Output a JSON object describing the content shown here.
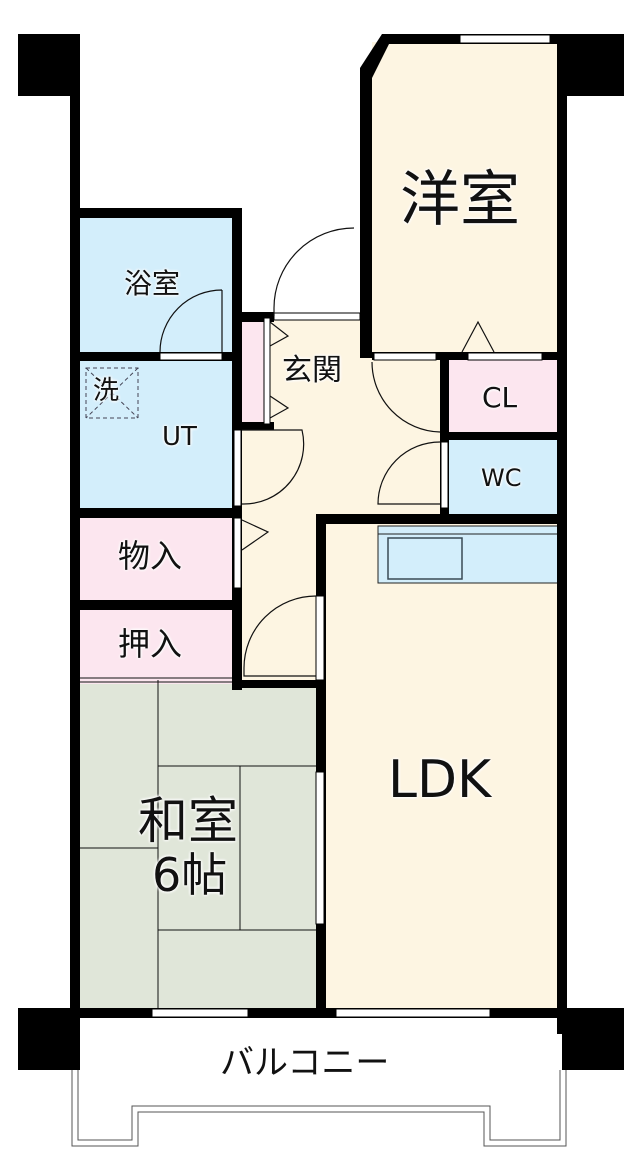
{
  "floorplan": {
    "colors": {
      "wall": "#000000",
      "western_room": "#fdf5e2",
      "ldk": "#fdf5e2",
      "entrance": "#fdf5e2",
      "hallway": "#fdf5e2",
      "bath": "#d3eefb",
      "utility": "#d3eefb",
      "wc": "#d3eefb",
      "kitchen_counter": "#d3eefb",
      "closet": "#fce6ef",
      "storage": "#fce6ef",
      "oshiire": "#fce6ef",
      "shoe_cabinet": "#fce6ef",
      "tatami": "#e0e6d9",
      "balcony": "#ffffff"
    },
    "rooms": {
      "western_room": "洋室",
      "bath": "浴室",
      "entrance": "玄関",
      "closet": "CL",
      "washer": "洗",
      "utility": "UT",
      "wc": "WC",
      "storage": "物入",
      "oshiire": "押入",
      "ldk": "LDK",
      "japanese_room_line1": "和室",
      "japanese_room_line2": "6帖",
      "balcony": "バルコニー"
    }
  }
}
